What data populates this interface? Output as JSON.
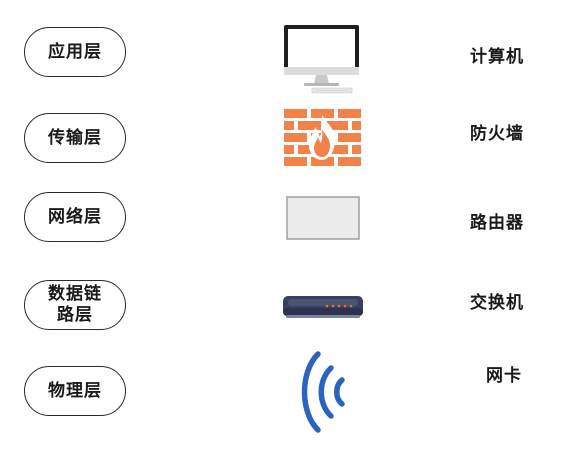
{
  "layers": [
    {
      "id": "application",
      "label": "应用层"
    },
    {
      "id": "transport",
      "label": "传输层"
    },
    {
      "id": "network",
      "label": "网络层"
    },
    {
      "id": "datalink",
      "label_line1": "数据链",
      "label_line2": "路层"
    },
    {
      "id": "physical",
      "label": "物理层"
    }
  ],
  "devices": [
    {
      "id": "computer",
      "label": "计算机",
      "icon": "desktop-computer-icon"
    },
    {
      "id": "firewall",
      "label": "防火墙",
      "icon": "firewall-icon"
    },
    {
      "id": "router",
      "label": "路由器",
      "icon": "router-box-icon"
    },
    {
      "id": "switch",
      "label": "交换机",
      "icon": "network-switch-icon"
    },
    {
      "id": "nic",
      "label": "网卡",
      "icon": "wireless-signal-icon"
    }
  ],
  "colors": {
    "firewall_brick": "#f0824a",
    "firewall_flame": "#ffffff",
    "router_fill": "#ececec",
    "switch_body": "#3a4160",
    "signal": "#2b64c0"
  }
}
